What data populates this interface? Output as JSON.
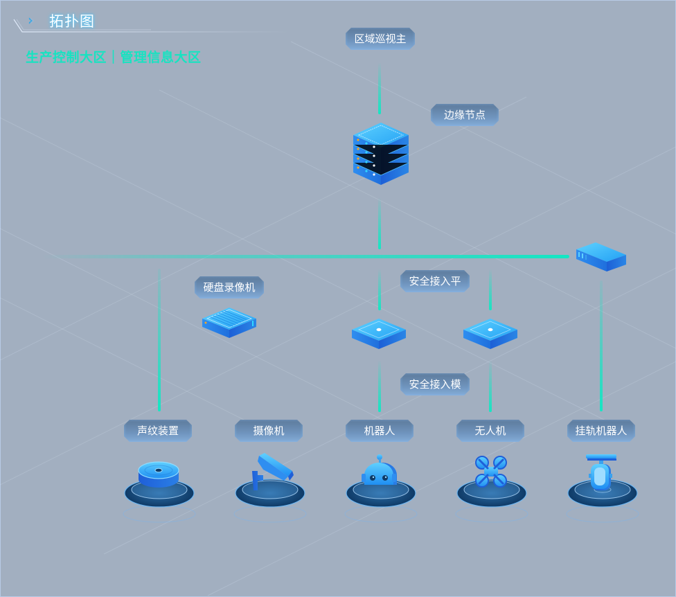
{
  "header": {
    "title": "拓扑图",
    "zones": "生产控制大区｜管理信息大区"
  },
  "nodes": {
    "area_host": "区域巡视主机",
    "edge_node": "边缘节点",
    "nvr": "硬盘录像机",
    "access_platform": "安全接入平台",
    "access_module": "安全接入模块"
  },
  "devices": [
    {
      "label": "声纹装置",
      "icon": "voiceprint-device-icon"
    },
    {
      "label": "摄像机",
      "icon": "camera-icon"
    },
    {
      "label": "机器人",
      "icon": "robot-icon"
    },
    {
      "label": "无人机",
      "icon": "drone-icon"
    },
    {
      "label": "挂轨机器人",
      "icon": "rail-robot-icon"
    }
  ],
  "colors": {
    "background": "#a2afc0",
    "link": "#14e6c3",
    "zone_text": "#17e3c1",
    "device_blue": "#2a8cf0"
  }
}
